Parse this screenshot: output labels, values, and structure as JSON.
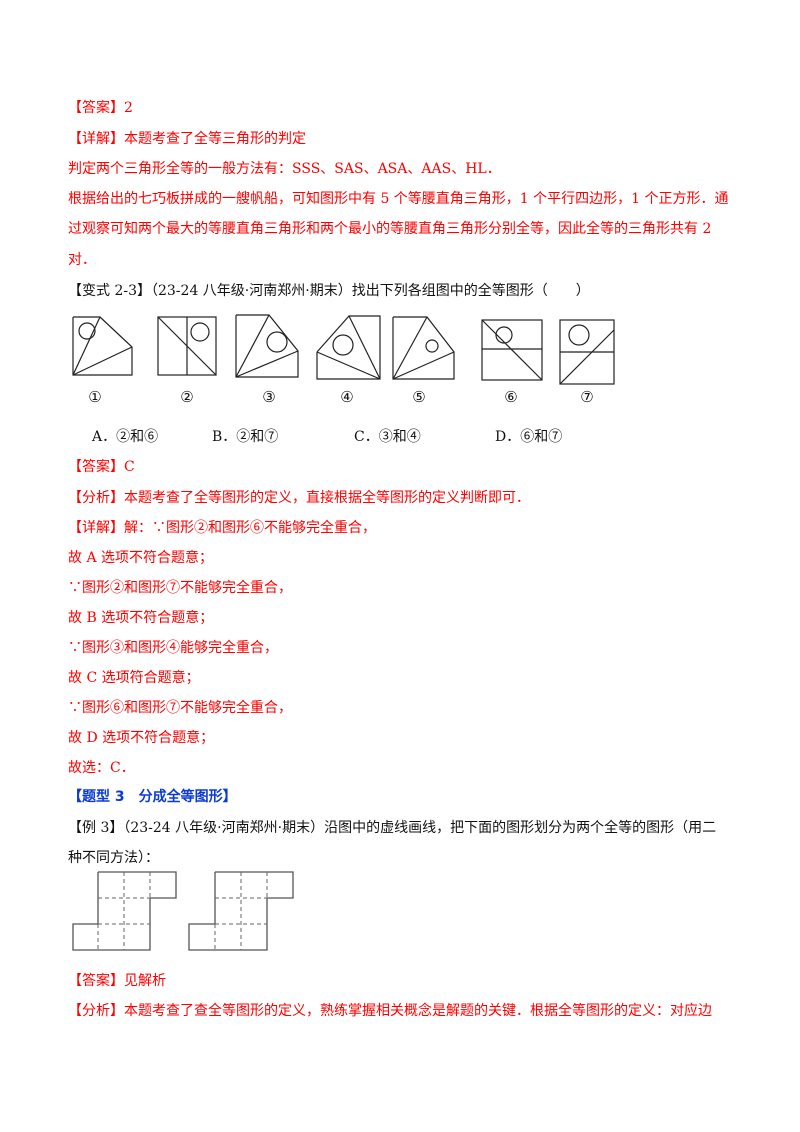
{
  "q_prev": {
    "answer": "【答案】2",
    "detail": "【详解】本题考查了全等三角形的判定",
    "line1": "判定两个三角形全等的一般方法有：SSS、SAS、ASA、AAS、HL．",
    "line2": "根据给出的七巧板拼成的一艘帆船，可知图形中有 5 个等腰直角三角形，1 个平行四边形，1 个正方形．通",
    "line3": "过观察可知两个最大的等腰直角三角形和两个最小的等腰直角三角形分别全等，因此全等的三角形共有 2",
    "line4": "对．"
  },
  "variant": {
    "title": "【变式 2-3】（23-24 八年级·河南郑州·期末）找出下列各组图中的全等图形（　　）",
    "figure_labels": [
      "①",
      "②",
      "③",
      "④",
      "⑤",
      "⑥",
      "⑦"
    ],
    "options": [
      {
        "letter": "A．",
        "text": "②和⑥"
      },
      {
        "letter": "B．",
        "text": "②和⑦"
      },
      {
        "letter": "C．",
        "text": "③和④"
      },
      {
        "letter": "D．",
        "text": "⑥和⑦"
      }
    ],
    "answer": "【答案】C",
    "analysis": "【分析】本题考查了全等图形的定义，直接根据全等图形的定义判断即可．",
    "detail_lines": [
      "【详解】解：∵图形②和图形⑥不能够完全重合，",
      "故 A 选项不符合题意；",
      "∵图形②和图形⑦不能够完全重合，",
      "故 B 选项不符合题意；",
      "∵图形③和图形④能够完全重合，",
      "故 C 选项符合题意；",
      "∵图形⑥和图形⑦不能够完全重合，",
      "故 D 选项不符合题意；",
      "故选：C．"
    ]
  },
  "section": {
    "title": "【题型 3　分成全等图形】"
  },
  "example3": {
    "line1": "【例 3】（23-24 八年级·河南郑州·期末）沿图中的虚线画线，把下面的图形划分为两个全等的图形（用二",
    "line2": "种不同方法）：",
    "answer": "【答案】见解析",
    "analysis": "【分析】本题考查了查全等图形的定义，熟练掌握相关概念是解题的关键．根据全等图形的定义：对应边"
  },
  "colors": {
    "answer_red": "#ff0000",
    "heading_blue": "#0b3bd6",
    "text_black": "#111111"
  }
}
